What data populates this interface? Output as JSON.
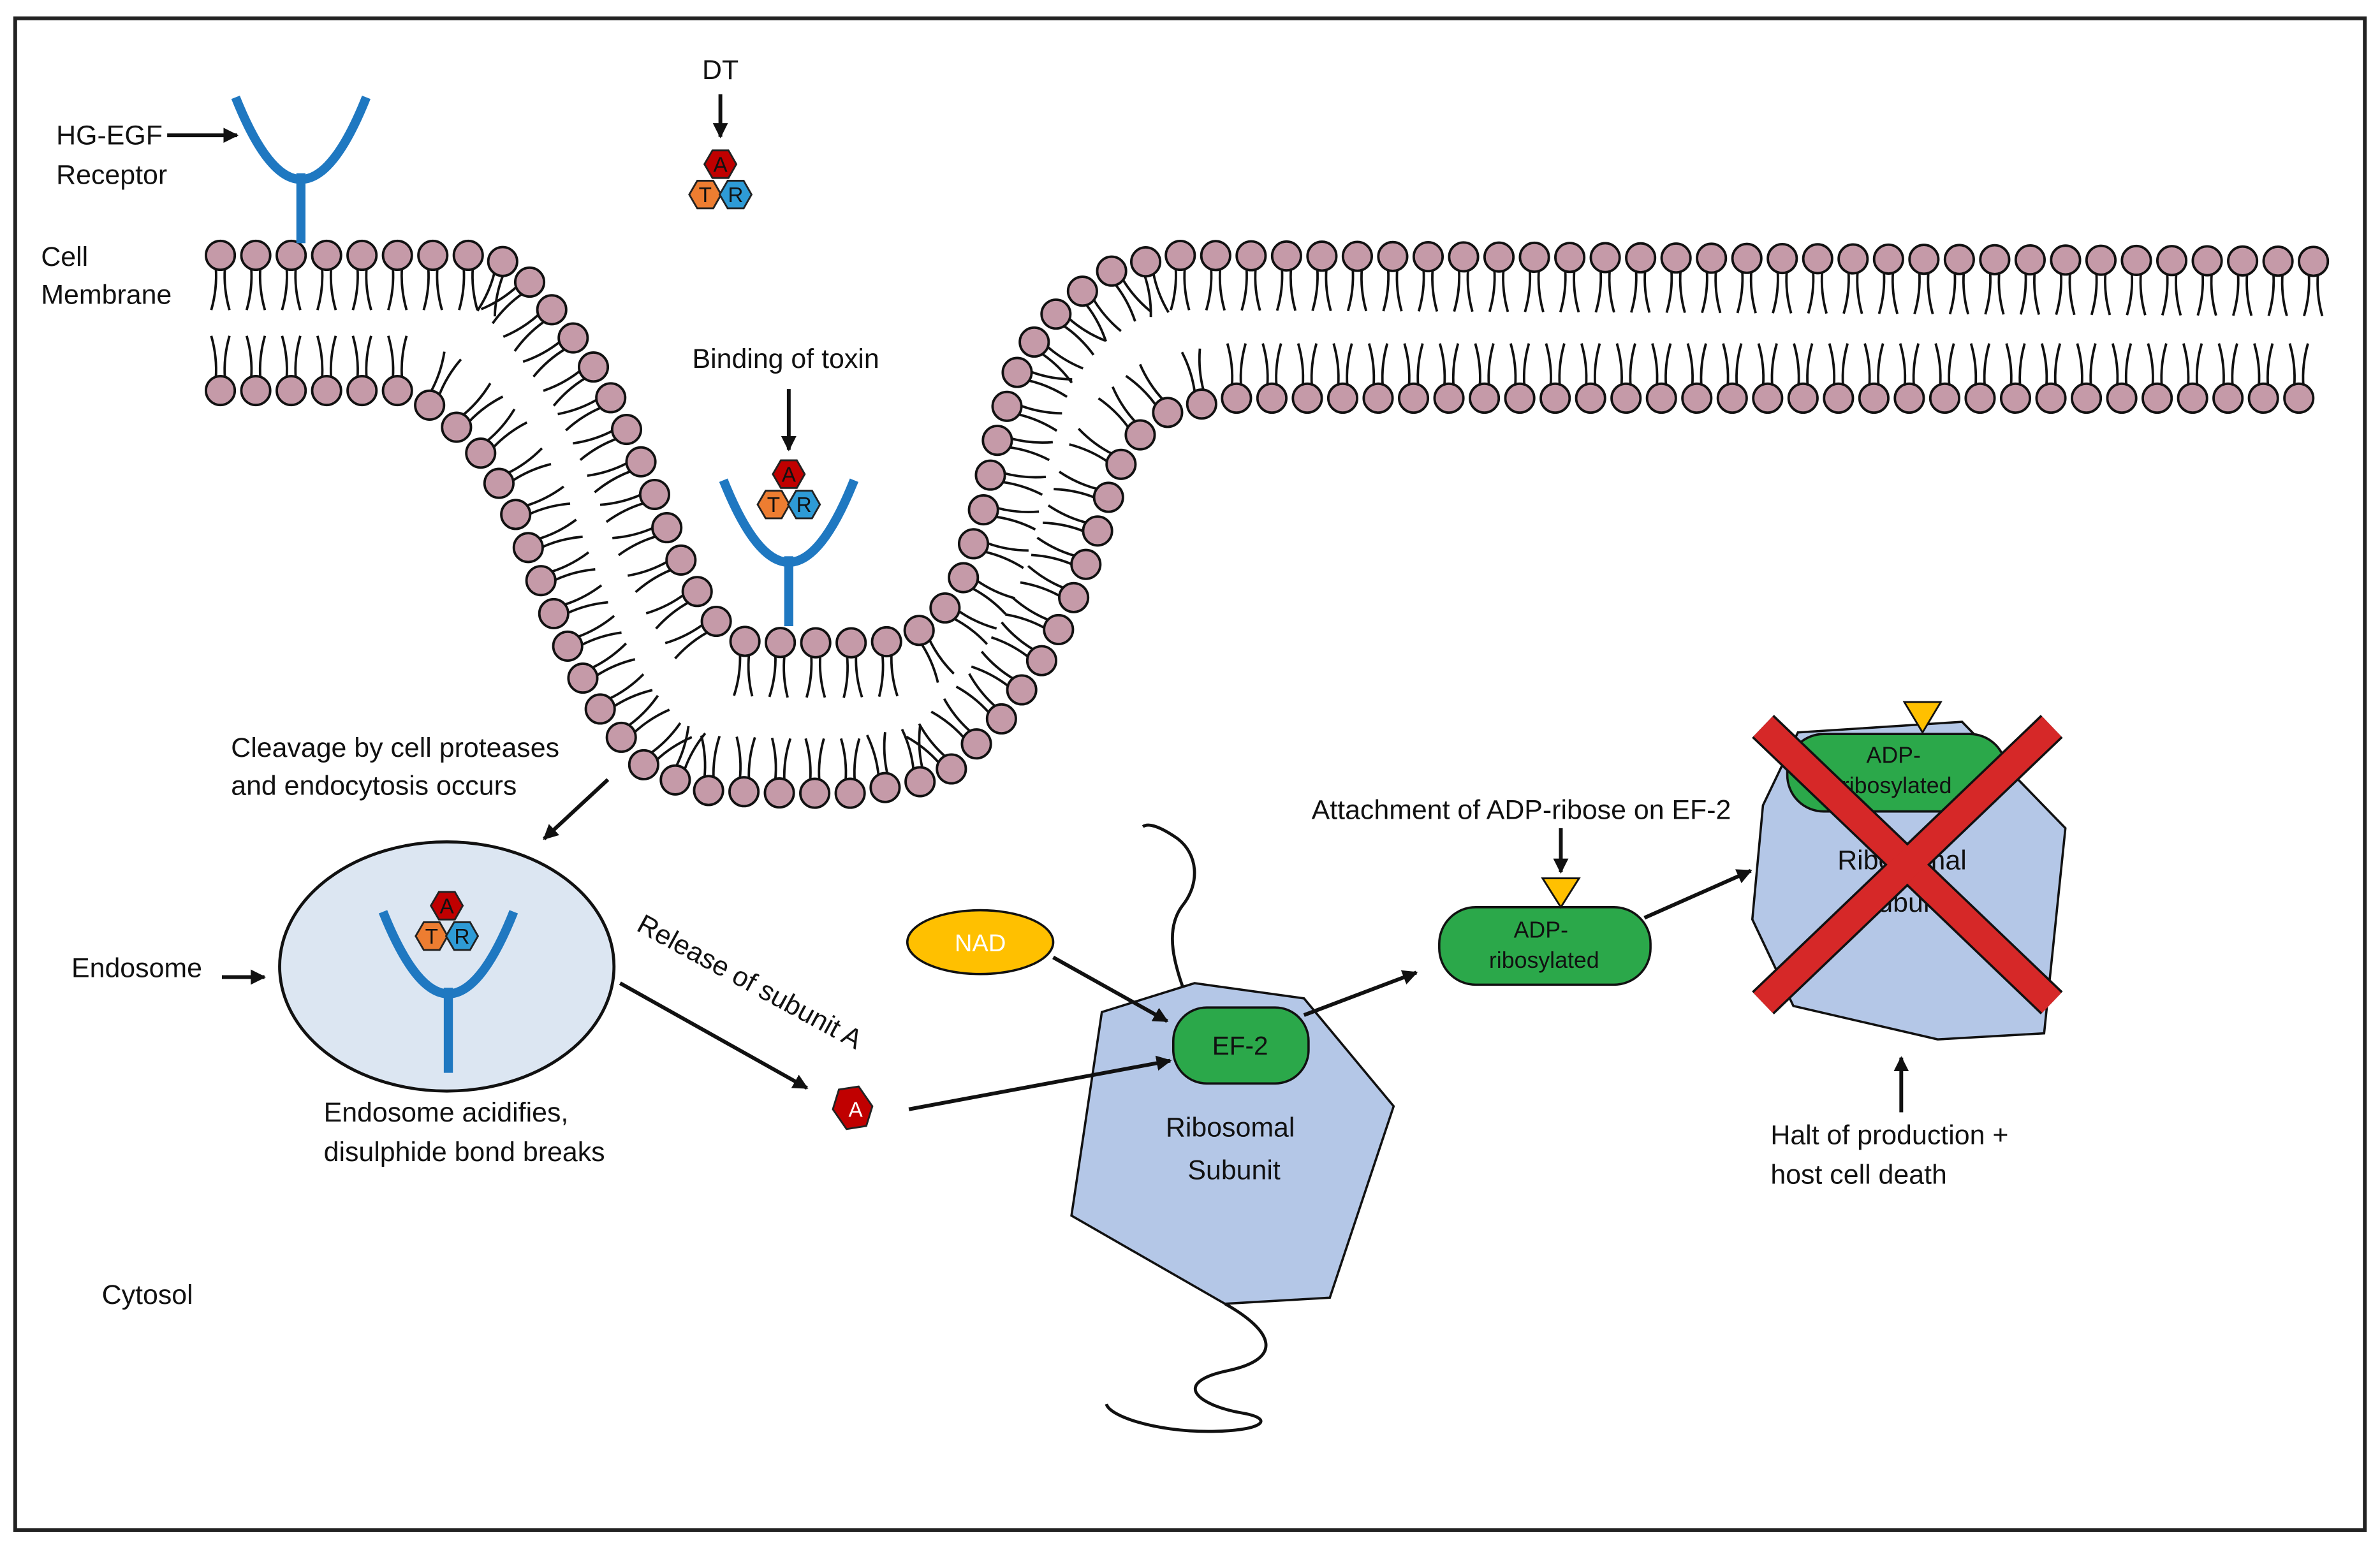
{
  "labels": {
    "receptor": [
      "HG-EGF",
      "Receptor"
    ],
    "membrane": [
      "Cell",
      "Membrane"
    ],
    "dt": "DT",
    "binding": "Binding of toxin",
    "cleavage": [
      "Cleavage by cell proteases",
      "and endocytosis occurs"
    ],
    "endosome": "Endosome",
    "acidifies": [
      "Endosome acidifies,",
      "disulphide bond breaks"
    ],
    "release": "Release of subunit A",
    "cytosol": "Cytosol",
    "attachment": "Attachment of ADP-ribose on EF-2",
    "halt": [
      "Halt of production +",
      "host cell death"
    ]
  },
  "toxin": {
    "a": "A",
    "t": "T",
    "r": "R"
  },
  "molecules": {
    "nad": "NAD",
    "ef2": "EF-2",
    "adp": [
      "ADP-",
      "ribosylated"
    ],
    "ribosome": [
      "Ribosomal",
      "Subunit"
    ]
  },
  "colors": {
    "receptor": "#1f78c1",
    "lipid_head": "#c59aa8",
    "endosome_fill": "#dce6f2",
    "ribosome_fill": "#b4c7e7",
    "ef2_green": "#2ba84a",
    "nad_yellow": "#ffc000",
    "adp_triangle": "#ffc000",
    "subunit_a": "#c00000",
    "subunit_t": "#ed7d31",
    "subunit_r": "#2e9bd6",
    "cross_red": "#d62828"
  }
}
